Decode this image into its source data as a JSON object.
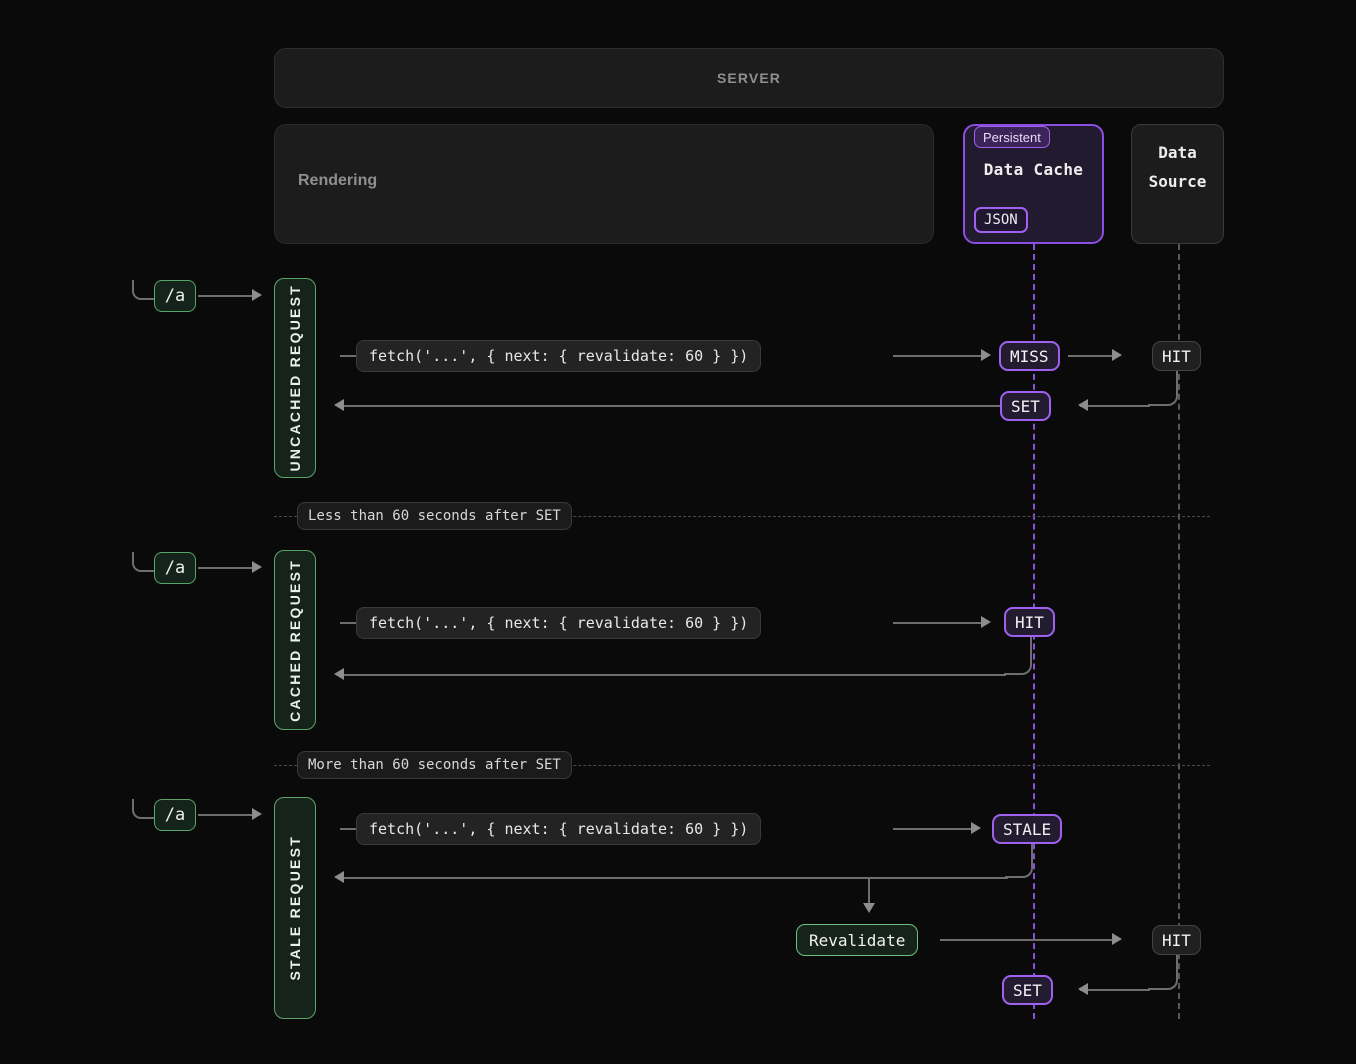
{
  "server": {
    "title": "SERVER"
  },
  "rendering": {
    "label": "Rendering"
  },
  "data_cache": {
    "badge": "Persistent",
    "title": "Data Cache",
    "format": "JSON"
  },
  "data_source": {
    "line1": "Data",
    "line2": "Source"
  },
  "rows": [
    {
      "route": "/a",
      "rail_label": "UNCACHED REQUEST",
      "code": "fetch('...', { next: { revalidate: 60 } })",
      "cache_status": "MISS",
      "source_status": "HIT",
      "return_status": "SET"
    },
    {
      "route": "/a",
      "rail_label": "CACHED REQUEST",
      "code": "fetch('...', { next: { revalidate: 60 } })",
      "cache_status": "HIT"
    },
    {
      "route": "/a",
      "rail_label": "STALE REQUEST",
      "code": "fetch('...', { next: { revalidate: 60 } })",
      "cache_status": "STALE",
      "revalidate_label": "Revalidate",
      "source_status": "HIT",
      "return_status": "SET"
    }
  ],
  "dividers": [
    {
      "text": "Less than 60 seconds after SET"
    },
    {
      "text": "More than 60 seconds after SET"
    }
  ],
  "colors": {
    "background": "#0a0a0a",
    "purple": "#9f62f0",
    "green": "#6fbf7e",
    "gray_line": "#6e6e6e",
    "panel": "#1c1c1c"
  }
}
